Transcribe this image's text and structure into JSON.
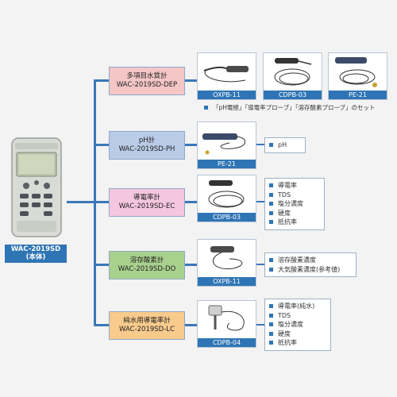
{
  "main_unit": {
    "line1": "WAC-2019SD",
    "line2": "(本体)"
  },
  "categories": [
    {
      "name": "多項目水質計",
      "model": "WAC-2019SD-DEP",
      "color": "#f4c6c6",
      "probes": [
        "OXPB-11",
        "CDPB-03",
        "PE-21"
      ],
      "note": "「pH電極」「導電率プローブ」「溶存酸素プローブ」のセット"
    },
    {
      "name": "pH計",
      "model": "WAC-2019SD-PH",
      "color": "#b9cbe6",
      "probes": [
        "PE-21"
      ],
      "features": [
        "pH"
      ]
    },
    {
      "name": "導電率計",
      "model": "WAC-2019SD-EC",
      "color": "#f4c6e0",
      "probes": [
        "CDPB-03"
      ],
      "features": [
        "導電率",
        "TDS",
        "塩分濃度",
        "硬度",
        "抵抗率"
      ]
    },
    {
      "name": "溶存酸素計",
      "model": "WAC-2019SD-DO",
      "color": "#a9d18e",
      "probes": [
        "OXPB-11"
      ],
      "features": [
        "溶存酸素濃度",
        "大気酸素濃度(参考値)"
      ]
    },
    {
      "name": "純水用導電率計",
      "model": "WAC-2019SD-LC",
      "color": "#f8cb8c",
      "probes": [
        "CDPB-04"
      ],
      "features": [
        "導電率(純水)",
        "TDS",
        "塩分濃度",
        "硬度",
        "抵抗率"
      ]
    }
  ]
}
